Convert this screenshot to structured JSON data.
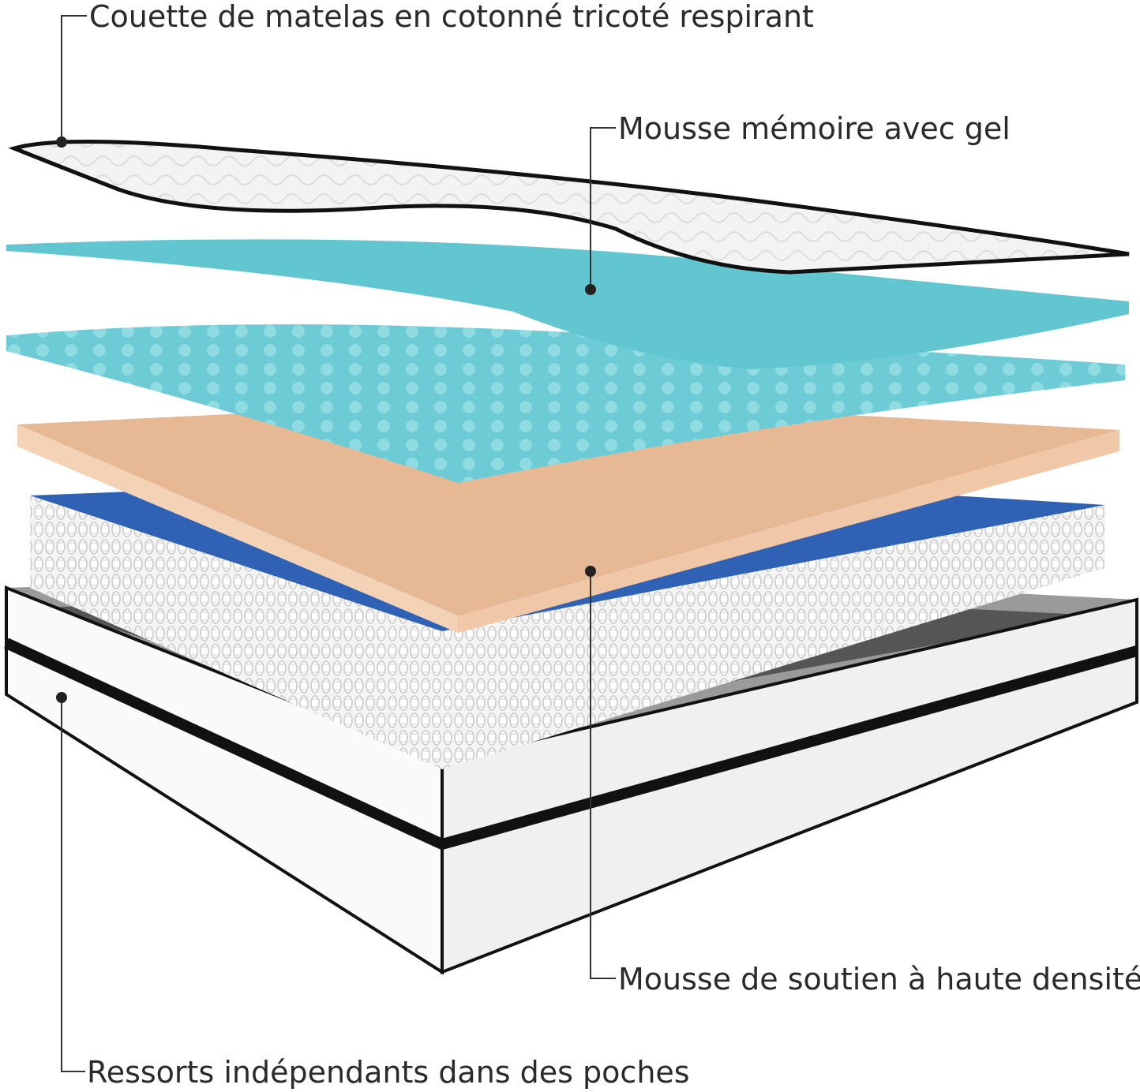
{
  "labels": {
    "topper": "Couette de matelas en cotonné tricoté respirant",
    "gel_foam": "Mousse mémoire avec gel",
    "support_foam": "Mousse de soutien à haute densité",
    "springs": "Ressorts indépendants dans des poches"
  },
  "colors": {
    "gel_foam": "#62c6d1",
    "support_foam": "#e7b894",
    "spring_accent": "#2f62b5",
    "edge": "#111111"
  }
}
